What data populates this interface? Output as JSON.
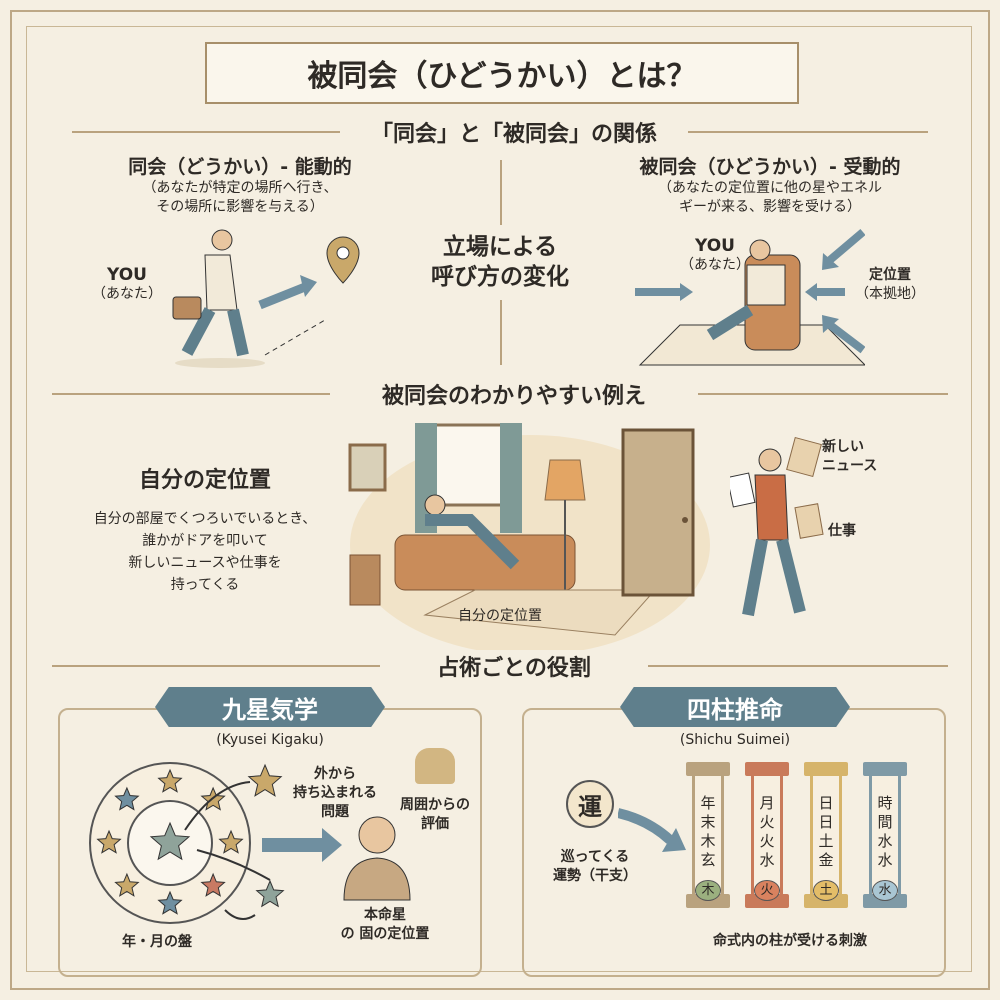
{
  "title": "被同会（ひどうかい）とは？",
  "section1": {
    "heading": "「同会」と「被同会」の関係",
    "left": {
      "title": "同会（どうかい）- 能動的",
      "desc1": "（あなたが特定の場所へ行き、",
      "desc2": "その場所に影響を与える）",
      "you": "YOU",
      "you_sub": "（あなた）"
    },
    "center1": "立場による",
    "center2": "呼び方の変化",
    "right": {
      "title": "被同会（ひどうかい）- 受動的",
      "desc1": "（あなたの定位置に他の星やエネル",
      "desc2": "ギーが来る、影響を受ける）",
      "you": "YOU",
      "you_sub": "（あなた）",
      "pos": "定位置",
      "pos_sub": "（本拠地）"
    }
  },
  "section2": {
    "heading": "被同会のわかりやすい例え",
    "title": "自分の定位置",
    "lines": [
      "自分の部屋でくつろいでいるとき、",
      "誰かがドアを叩いて",
      "新しいニュースや仕事を",
      "持ってくる"
    ],
    "rug_label": "自分の定位置",
    "news1": "新しい",
    "news2": "ニュース",
    "work": "仕事"
  },
  "section3": {
    "heading": "占術ごとの役割",
    "kyusei": {
      "banner": "九星気学",
      "roman": "(Kyusei Kigaku)",
      "outside1": "外から",
      "outside2": "持ち込まれる",
      "outside3": "問題",
      "eval1": "周囲からの",
      "eval2": "評価",
      "honmei1": "本命星",
      "honmei2": "の 固の定位置",
      "board": "年・月の盤",
      "star_colors": [
        "#c9a86a",
        "#6f8fa0",
        "#8fa39a",
        "#c97a63"
      ]
    },
    "shichu": {
      "banner": "四柱推命",
      "roman": "(Shichu Suimei)",
      "un": "運",
      "flow1": "巡ってくる",
      "flow2": "運勢（干支）",
      "pillars": [
        {
          "chars": [
            "年",
            "末",
            "木",
            "玄"
          ],
          "elem": "木",
          "color": "#b9a27e",
          "elem_color": "#9bb07f"
        },
        {
          "chars": [
            "月",
            "火",
            "火",
            "水"
          ],
          "elem": "火",
          "color": "#c97a5a",
          "elem_color": "#d9825f"
        },
        {
          "chars": [
            "日",
            "日",
            "土",
            "金"
          ],
          "elem": "土",
          "color": "#d6b46a",
          "elem_color": "#e3bd68"
        },
        {
          "chars": [
            "時",
            "間",
            "水",
            "水"
          ],
          "elem": "水",
          "color": "#7f9aa6",
          "elem_color": "#a9c6d3"
        }
      ],
      "caption": "命式内の柱が受ける刺激"
    }
  },
  "colors": {
    "background": "#f5efe2",
    "border": "#bda887",
    "accent": "#5f7f8c"
  }
}
